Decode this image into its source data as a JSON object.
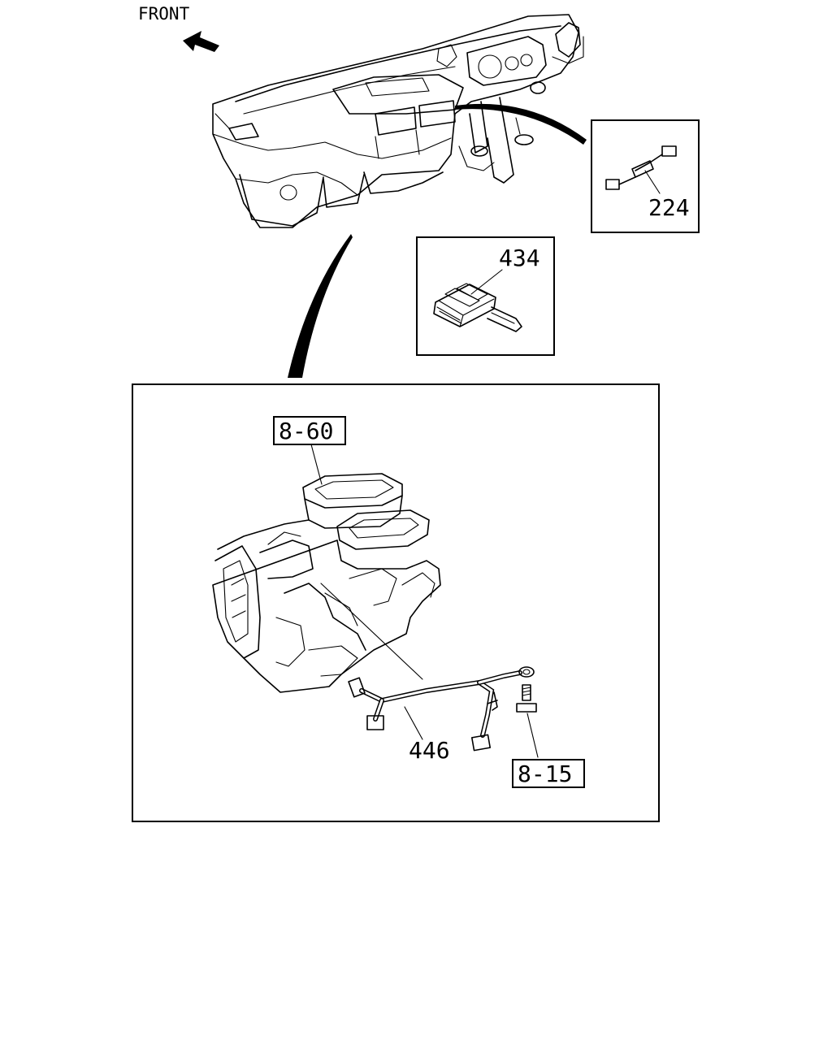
{
  "front_label": "FRONT",
  "callouts": {
    "c224": "224",
    "c434": "434",
    "c446": "446",
    "ref_8_60": "8-60",
    "ref_8_15": "8-15"
  }
}
